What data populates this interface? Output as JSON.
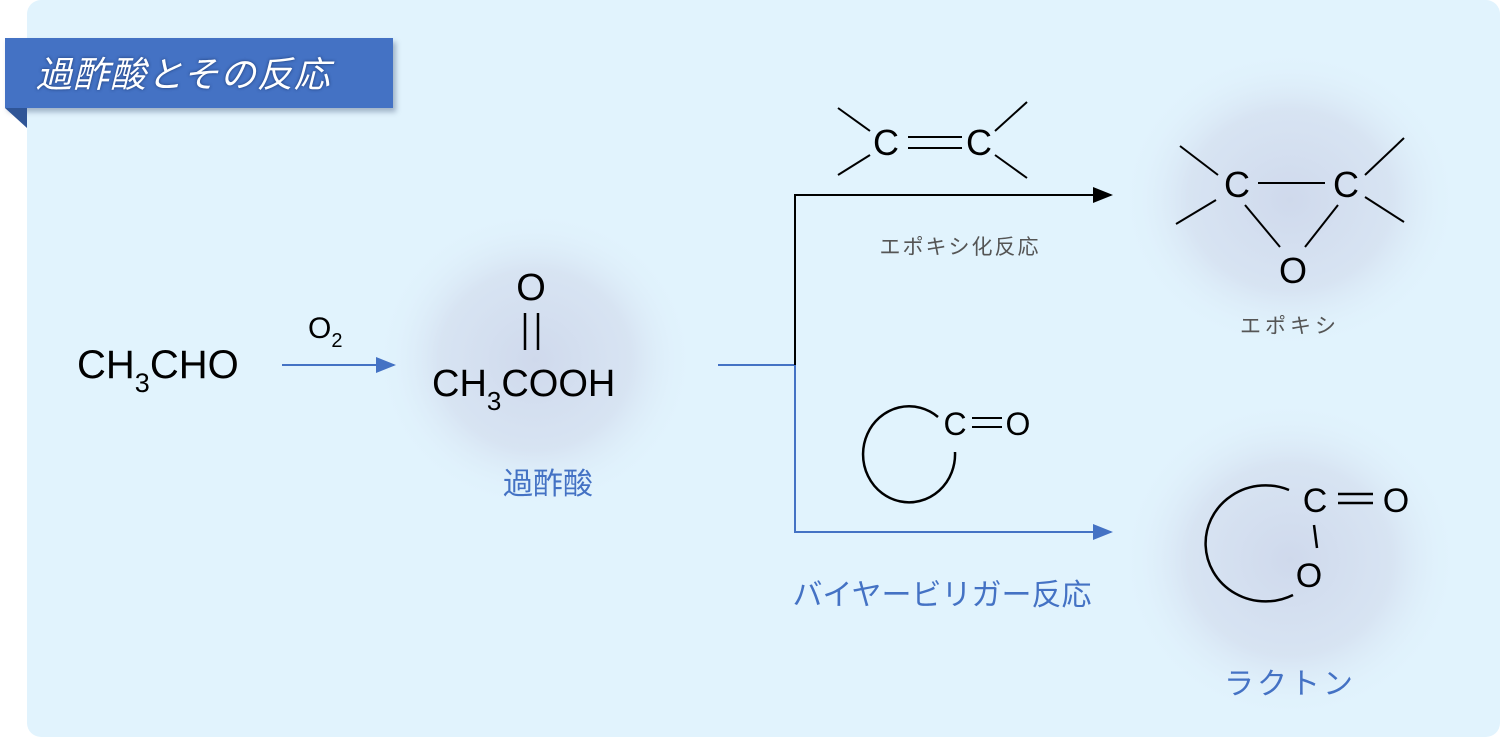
{
  "title": "過酢酸とその反応",
  "reactant": {
    "parts": [
      "CH",
      "3",
      "CHO"
    ]
  },
  "reagent": {
    "parts": [
      "O",
      "2"
    ]
  },
  "peracid": {
    "oxygen": "O",
    "parts": [
      "CH",
      "3",
      "COOH"
    ],
    "label": "過酢酸"
  },
  "epoxidation": {
    "alkene": {
      "c1": "C",
      "c2": "C"
    },
    "reaction_label": "エポキシ化反応",
    "product": {
      "c1": "C",
      "c2": "C",
      "o": "O",
      "label": "エポキシ"
    }
  },
  "baeyer_villiger": {
    "ketone": {
      "c": "C",
      "o": "O"
    },
    "reaction_label": "バイヤービリガー反応",
    "product": {
      "c": "C",
      "o_carbonyl": "O",
      "o_ring": "O",
      "label": "ラクトン"
    }
  },
  "colors": {
    "accent": "#4472c4",
    "background": "#e1f3fd"
  }
}
